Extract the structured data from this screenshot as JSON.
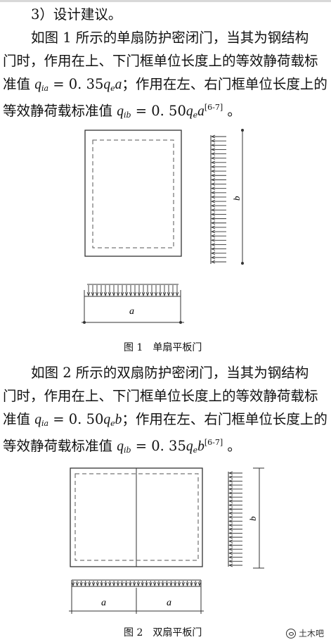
{
  "section_heading": "3）设计建议。",
  "para1": {
    "l1": "如图 1 所示的单扇防护密闭门，当其为钢结构",
    "l2": "门时，作用在上、下门框单位长度上的等效静荷载标",
    "l3_a": "准值 ",
    "l3_b": " = 0. 35",
    "l3_c": "；作用在左、右门框单位长度上的",
    "l4_a": "等效静荷载标准值 ",
    "l4_b": " = 0. 50",
    "l4_ref": "[6-7]",
    "l4_end": " 。"
  },
  "sym": {
    "q": "q",
    "ia": "ia",
    "ib": "ib",
    "e": "e",
    "a": "a",
    "b": "b"
  },
  "fig1": {
    "caption": "图 1　单扇平板门",
    "label_a": "a",
    "label_b": "b"
  },
  "para2": {
    "l1": "如图 2 所示的双扇防护密闭门，当其为钢结构",
    "l2": "门时，作用在上、下门框单位长度上的等效静荷载标",
    "l3_a": "准值 ",
    "l3_b": " = 0. 50",
    "l3_c": "；作用在左、右门框单位长度上的",
    "l4_a": "等效静荷载标准值 ",
    "l4_b": " = 0. 35",
    "l4_ref": "[6-7]",
    "l4_end": " 。"
  },
  "fig2": {
    "caption": "图 2　双扇平板门",
    "label_a1": "a",
    "label_a2": "a",
    "label_b": "b"
  },
  "watermark": {
    "text": "土木吧"
  }
}
